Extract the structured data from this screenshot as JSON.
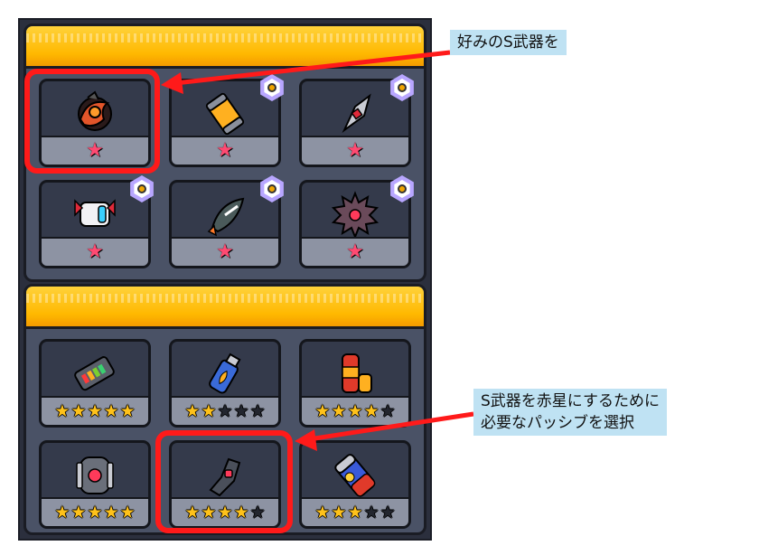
{
  "top_panel": {
    "weapons": [
      {
        "name": "vortex-weapon-icon",
        "stars": "★",
        "badge": false
      },
      {
        "name": "canister-weapon-icon",
        "stars": "★",
        "badge": true
      },
      {
        "name": "kunai-weapon-icon",
        "stars": "★",
        "badge": true
      },
      {
        "name": "drone-weapon-icon",
        "stars": "★",
        "badge": true
      },
      {
        "name": "shark-rocket-weapon-icon",
        "stars": "★",
        "badge": true
      },
      {
        "name": "spiked-ball-weapon-icon",
        "stars": "★",
        "badge": true
      }
    ]
  },
  "bottom_panel": {
    "passives": [
      {
        "name": "battery-pack-icon",
        "rating": 5
      },
      {
        "name": "fuel-bottle-icon",
        "rating": 2
      },
      {
        "name": "energy-drink-icon",
        "rating": 4
      },
      {
        "name": "core-canister-icon",
        "rating": 5
      },
      {
        "name": "armor-guard-icon",
        "rating": 4
      },
      {
        "name": "energy-cell-icon",
        "rating": 3
      }
    ]
  },
  "callouts": {
    "top": "好みのS武器を",
    "bottom_line1": "S武器を赤星にするために",
    "bottom_line2": "必要なパッシブを選択"
  },
  "colors": {
    "highlight": "#ff1a1a",
    "callout_bg": "#bfe2f3",
    "banner": "#ffc21a",
    "star_red": "#ff4a72",
    "star_gold": "#ffc21a"
  }
}
